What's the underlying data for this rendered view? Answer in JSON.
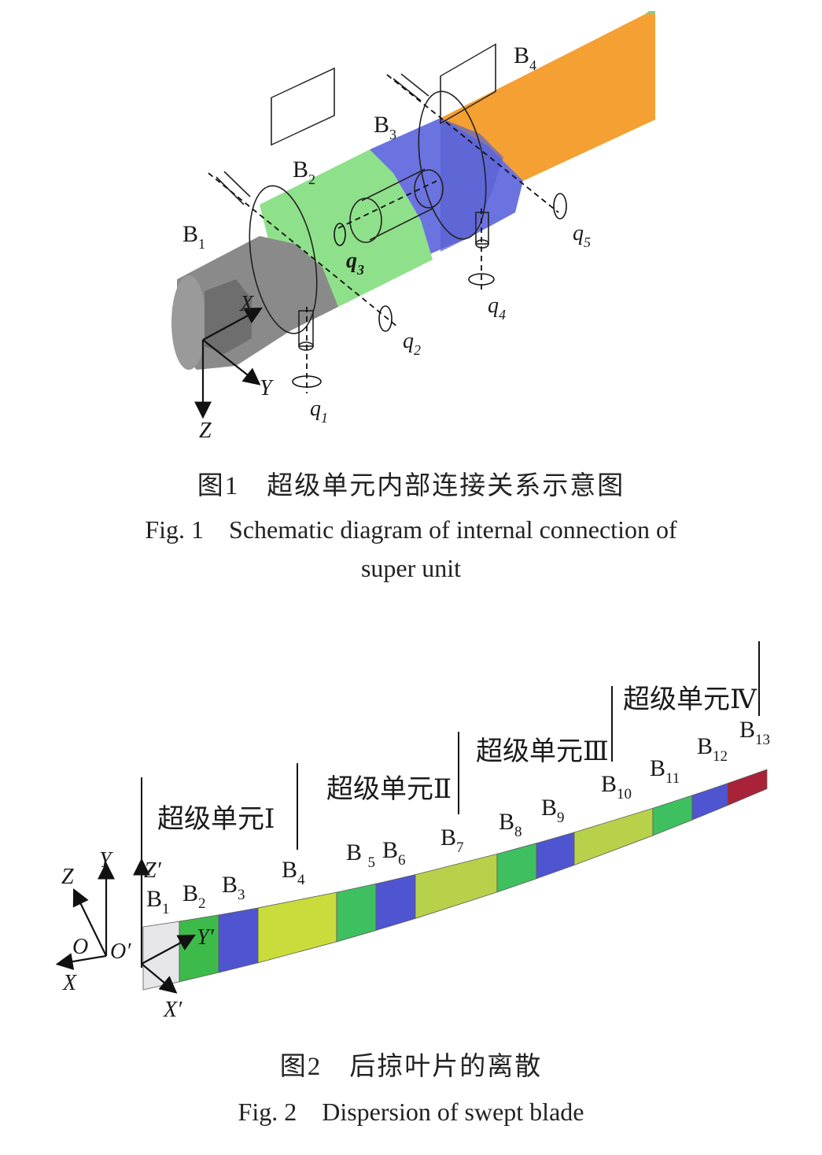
{
  "figure1": {
    "labels": {
      "B1": "B",
      "B1_sub": "1",
      "B2": "B",
      "B2_sub": "2",
      "B3": "B",
      "B3_sub": "3",
      "B4": "B",
      "B4_sub": "4",
      "axis_x": "X",
      "axis_y": "Y",
      "axis_z": "Z",
      "q1": "q",
      "q1_sub": "1",
      "q2": "q",
      "q2_sub": "2",
      "q3": "q",
      "q3_sub": "3",
      "q4": "q",
      "q4_sub": "4",
      "q5": "q",
      "q5_sub": "5"
    },
    "colors": {
      "b1": "#8a8a8a",
      "b2": "#8fe08a",
      "b3": "#6b73e0",
      "b4": "#f5a033"
    },
    "caption_zh": "图1　超级单元内部连接关系示意图",
    "caption_en_1": "Fig. 1　Schematic diagram of internal connection of",
    "caption_en_2": "super unit"
  },
  "figure2": {
    "super_units": [
      "超级单元Ⅰ",
      "超级单元Ⅱ",
      "超级单元Ⅲ",
      "超级单元Ⅳ"
    ],
    "segments": [
      {
        "label": "B",
        "sub": "1",
        "color": "#e6e6ea"
      },
      {
        "label": "B",
        "sub": "2",
        "color": "#3dbb4a"
      },
      {
        "label": "B",
        "sub": "3",
        "color": "#4f55d0"
      },
      {
        "label": "B",
        "sub": "4",
        "color": "#c9dc3c"
      },
      {
        "label": "B ",
        "sub": "5",
        "color": "#3fc060"
      },
      {
        "label": "B",
        "sub": "6",
        "color": "#4f55d0"
      },
      {
        "label": "B",
        "sub": "7",
        "color": "#b7d24a"
      },
      {
        "label": "B",
        "sub": "8",
        "color": "#3fc060"
      },
      {
        "label": "B",
        "sub": "9",
        "color": "#4f55d0"
      },
      {
        "label": "B",
        "sub": "10",
        "color": "#b7d24a"
      },
      {
        "label": "B",
        "sub": "11",
        "color": "#3fc060"
      },
      {
        "label": "B",
        "sub": "12",
        "color": "#4f55d0"
      },
      {
        "label": "B",
        "sub": "13",
        "color": "#a82238"
      }
    ],
    "axes": {
      "z": "Z",
      "y": "Y",
      "o": "O",
      "x": "X",
      "z_prime": "Z′",
      "o_prime": "O′",
      "y_prime": "Y′",
      "x_prime": "X′"
    },
    "caption_zh": "图2　后掠叶片的离散",
    "caption_en": "Fig. 2　Dispersion of swept blade"
  }
}
